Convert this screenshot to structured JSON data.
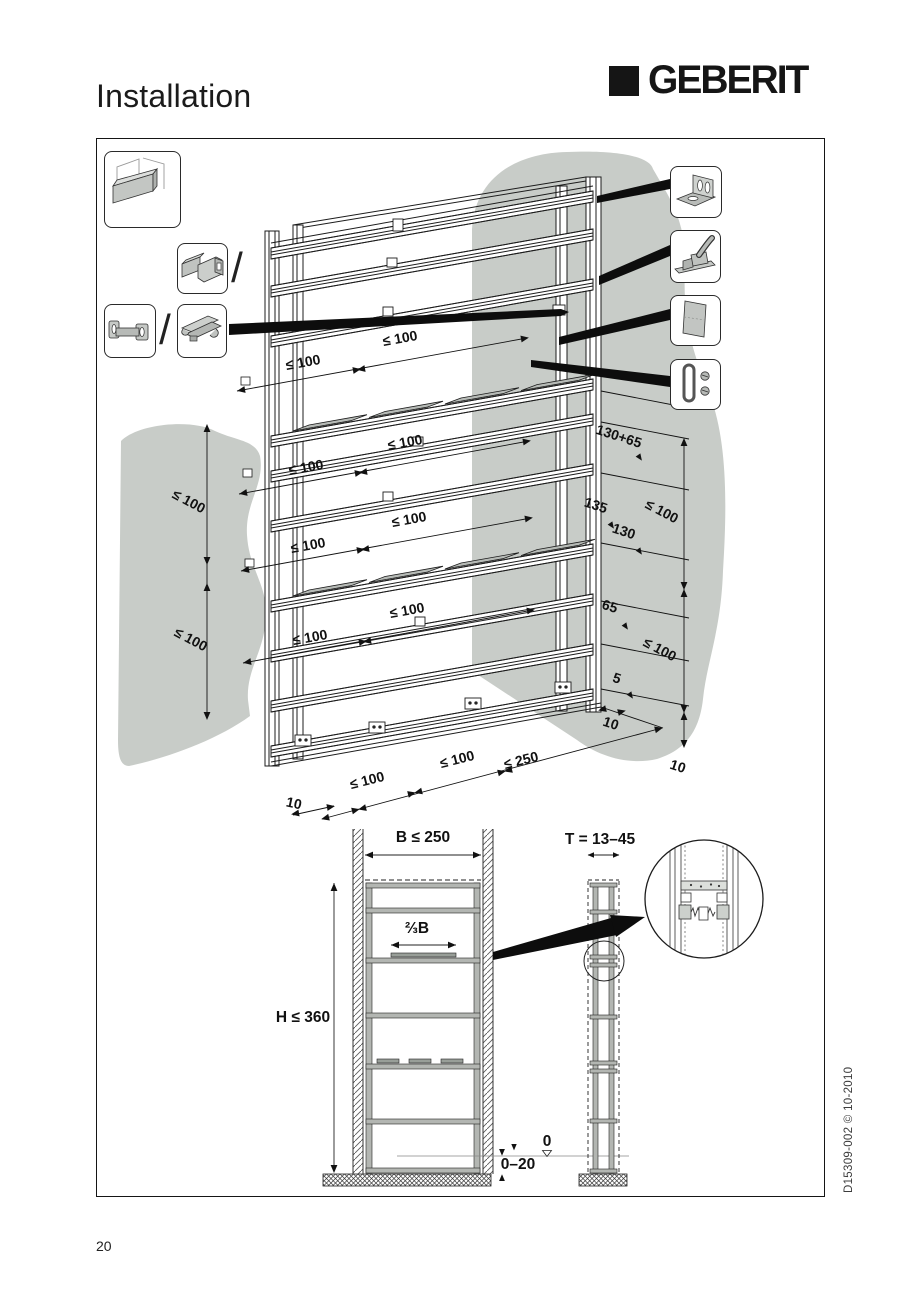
{
  "header": {
    "title": "Installation",
    "brand": "GEBERIT"
  },
  "footer": {
    "page_number": "20",
    "doc_ref": "D15309-002 © 10-2010"
  },
  "colors": {
    "wall_shadow_gray": "#c8ccc8",
    "plate_gray": "#b7bbb7",
    "line": "#1c1c1c"
  },
  "iso": {
    "slash": "/",
    "rail_dims": {
      "a_left": "≤ 100",
      "a_right": "≤ 100",
      "b_left": "≤ 100",
      "b_right": "≤ 100",
      "c_left": "≤ 100",
      "c_right": "≤ 100",
      "d_left": "≤ 100",
      "d_right": "≤ 100"
    },
    "left_dims": {
      "upper": "≤ 100",
      "lower": "≤ 100"
    },
    "right_dims": {
      "upper": "≤ 100",
      "lower": "≤ 100"
    },
    "right_offsets": {
      "o1": "130+65",
      "o2": "135",
      "o3": "130",
      "o4": "65",
      "o5": "5",
      "o6": "10",
      "o7": "10"
    },
    "bottom_dims": {
      "left_10": "10",
      "seg1": "≤ 100",
      "seg2": "≤ 100",
      "total": "≤ 250"
    }
  },
  "front_view": {
    "width": "B ≤ 250",
    "height": "H ≤ 360",
    "shelf_width": "⅔B",
    "zero": "0",
    "floor_range": "0–20"
  },
  "side_view": {
    "depth": "T = 13–45"
  }
}
